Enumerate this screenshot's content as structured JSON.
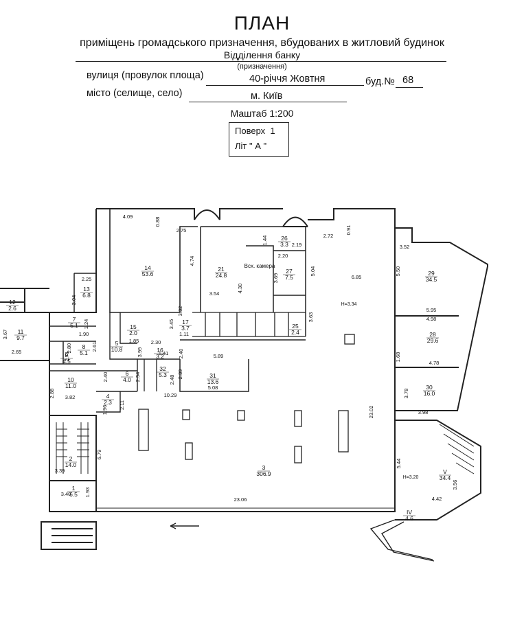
{
  "header": {
    "title": "ПЛАН",
    "subtitle": "приміщень громадського призначення, вбудованих в житловий будинок",
    "purpose": "Відділення банку",
    "purpose_note": "(призначення)",
    "street_label": "вулиця (провулок площа)",
    "street_value": "40-річчя Жовтня",
    "building_label": "буд.№",
    "building_value": "68",
    "city_label": "місто (селище, село)",
    "city_value": "м. Київ",
    "scale": "Маштаб 1:200",
    "floor_label": "Поверх",
    "floor_value": "1",
    "lit_label": "Літ \"",
    "lit_value": "А",
    "lit_close": "\""
  },
  "rooms": [
    {
      "id": "r14",
      "number": "14",
      "area": "53.6"
    },
    {
      "id": "r13",
      "number": "13",
      "area": "6.8"
    },
    {
      "id": "r12",
      "number": "12",
      "area": "2.6"
    },
    {
      "id": "r11",
      "number": "11",
      "area": "9.7"
    },
    {
      "id": "r7",
      "number": "7",
      "area": "5.1"
    },
    {
      "id": "r8",
      "number": "8",
      "area": "5.1"
    },
    {
      "id": "r9",
      "number": "9",
      "area": "4.5"
    },
    {
      "id": "r10",
      "number": "10",
      "area": "11.0"
    },
    {
      "id": "r5",
      "number": "5",
      "area": "10.8"
    },
    {
      "id": "r6",
      "number": "6",
      "area": "4.0"
    },
    {
      "id": "r4",
      "number": "4",
      "area": "2.3"
    },
    {
      "id": "r15",
      "number": "15",
      "area": "2.0"
    },
    {
      "id": "r16",
      "number": "16",
      "area": "3.2"
    },
    {
      "id": "r17",
      "number": "17",
      "area": "3.7"
    },
    {
      "id": "r21",
      "number": "21",
      "area": "24.8"
    },
    {
      "id": "r26",
      "number": "26",
      "area": "3.3"
    },
    {
      "id": "r27",
      "number": "27",
      "area": "7.5"
    },
    {
      "id": "r25",
      "number": "25",
      "area": "2.4"
    },
    {
      "id": "r31",
      "number": "31",
      "area": "13.6"
    },
    {
      "id": "r32",
      "number": "32",
      "area": "5.3"
    },
    {
      "id": "r29",
      "number": "29",
      "area": "34.5"
    },
    {
      "id": "r28",
      "number": "28",
      "area": "29.6"
    },
    {
      "id": "r30",
      "number": "30",
      "area": "16.0"
    },
    {
      "id": "r3",
      "number": "3",
      "area": "306.9"
    },
    {
      "id": "r2",
      "number": "2",
      "area": "14.0"
    },
    {
      "id": "r1",
      "number": "1",
      "area": "6.5"
    },
    {
      "id": "rV",
      "number": "V",
      "area": "34.4"
    },
    {
      "id": "rIV",
      "number": "IV",
      "area": "4.6"
    }
  ],
  "labels": {
    "vault": "Bсх. камера",
    "vault2": "",
    "height_main": "H=3.34",
    "height_v": "H=3.20"
  },
  "dimensions": [
    "4.09",
    "0.88",
    "2.75",
    "4.74",
    "1.44",
    "3.54",
    "4.30",
    "2.20",
    "3.69",
    "5.04",
    "2.72",
    "0.91",
    "6.85",
    "3.52",
    "5.50",
    "5.95",
    "4.98",
    "1.68",
    "4.78",
    "3.78",
    "3.98",
    "23.02",
    "5.44",
    "3.56",
    "4.42",
    "23.06",
    "6.79",
    "3.39",
    "3.40",
    "1.93",
    "2.88",
    "3.82",
    "2.25",
    "3.04",
    "3.67",
    "2.65",
    "1.90",
    "1.24",
    "2.61",
    "2.80",
    "2.71",
    "1.85",
    "2.30",
    "3.99",
    "1.41",
    "1.11",
    "3.45",
    "3.32",
    "2.40",
    "2.54",
    "1.96",
    "2.11",
    "10.29",
    "5.08",
    "5.89",
    "2.39",
    "2.48",
    "2.40",
    "3.63",
    "2.19"
  ]
}
